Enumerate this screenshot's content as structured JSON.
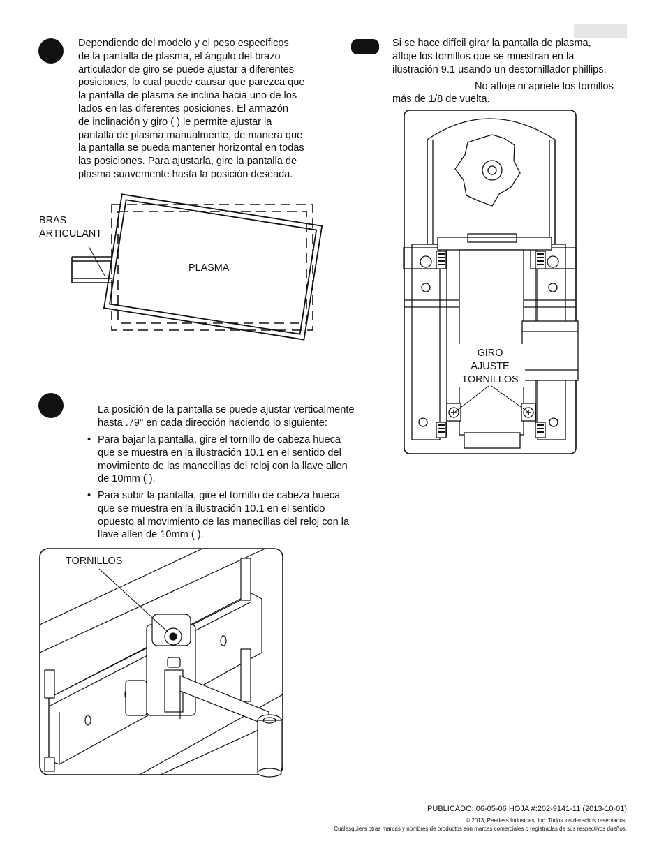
{
  "header": {
    "tab_label": ""
  },
  "step_left_1": {
    "lines": [
      "Dependiendo del modelo y el peso específicos",
      "de la pantalla de plasma, el ángulo del brazo",
      "articulador de giro se puede ajustar a diferentes",
      "posiciones, lo cual puede causar que parezca que",
      "la pantalla de plasma se inclina hacia uno de los",
      "lados en las diferentes posiciones.  El armazón",
      "de inclinación y giro (   ) le permite ajustar la",
      "pantalla de plasma manualmente, de manera que",
      "la pantalla se pueda mantener horizontal en todas",
      "las posiciones. Para ajustarla, gire la pantalla de",
      "plasma suavemente hasta la posición deseada."
    ]
  },
  "figure_plasma": {
    "label_arm_line1": "BRAS",
    "label_arm_line2": "ARTICULANT",
    "label_plasma": "PLASMA"
  },
  "step_left_2": {
    "intro_line1": "La posición de la pantalla se puede ajustar verticalmente",
    "intro_line2": "hasta .79\" en cada dirección haciendo lo siguiente:",
    "bullet1": [
      "Para bajar la pantalla, gire el tornillo de cabeza hueca",
      "que se muestra en la ilustración 10.1 en el sentido del",
      "movimiento de las manecillas del reloj con la llave allen",
      "de 10mm (   )."
    ],
    "bullet2": [
      "Para subir la pantalla, gire el tornillo de cabeza hueca",
      "que se muestra en la ilustración 10.1 en el sentido",
      "opuesto al movimiento de las manecillas del reloj con la",
      "llave allen de 10mm (   )."
    ],
    "bullet_char": "•"
  },
  "figure_mount": {
    "label_screws": "TORNILLOS"
  },
  "step_right": {
    "lines": [
      "Si se hace difícil girar la pantalla de plasma,",
      "afloje los tornillos que se muestran en la",
      "ilustración 9.1 usando un destornillador phillips."
    ],
    "note_line1": "No afloje ni apriete los tornillos",
    "note_line2": "más de 1/8 de vuelta."
  },
  "figure_swivel": {
    "label_line1": "GIRO",
    "label_line2": "AJUSTE",
    "label_line3": "TORNILLOS"
  },
  "footer": {
    "published": "PUBLICADO: 06-05-06  HOJA #:202-9141-11  (2013-10-01)",
    "copyright": "© 2013, Peerless Industries, Inc. Todos los derechos reservados.",
    "trademarks": "Cualesquiera otras marcas y nombres de productos son marcas comerciales o registradas de sus respectivos dueños."
  },
  "colors": {
    "ink": "#111111",
    "tab_gray": "#e6e6e6"
  }
}
